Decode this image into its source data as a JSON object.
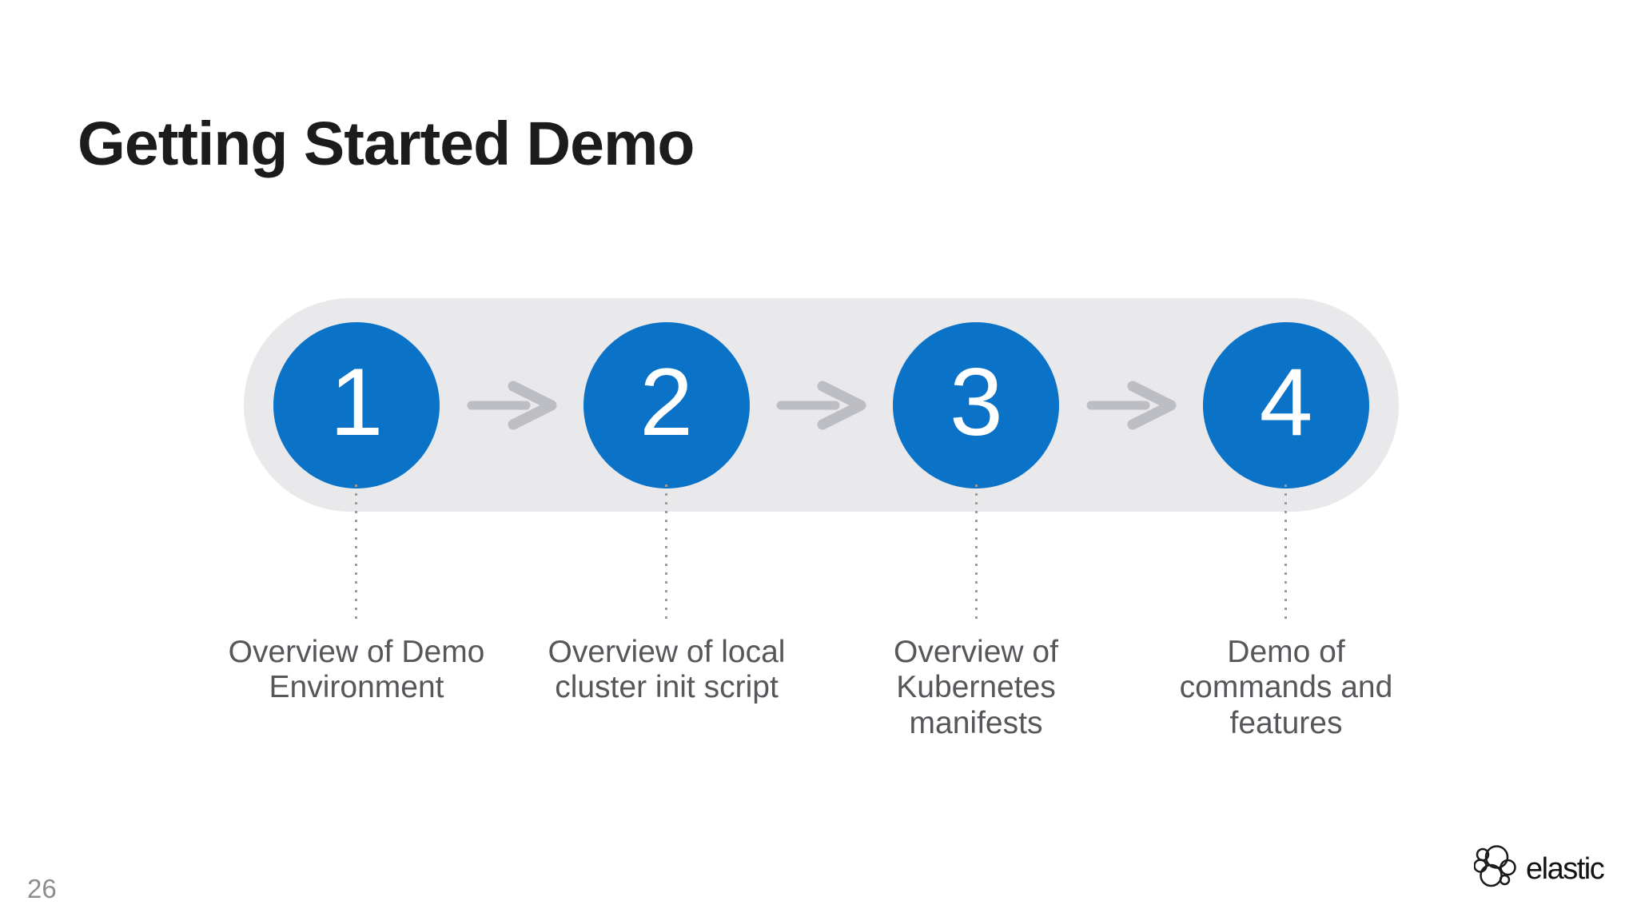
{
  "slide": {
    "title": "Getting Started Demo",
    "page_number": "26",
    "brand": {
      "wordmark": "elastic",
      "logo_icon": "elastic-cluster-icon"
    }
  },
  "process": {
    "type": "horizontal-step-flow",
    "arrow_icon": "right-arrow-icon",
    "steps": [
      {
        "number": "1",
        "label_lines": [
          "Overview of Demo",
          "Environment"
        ]
      },
      {
        "number": "2",
        "label_lines": [
          "Overview of local",
          "cluster init script"
        ]
      },
      {
        "number": "3",
        "label_lines": [
          "Overview of",
          "Kubernetes",
          "manifests"
        ]
      },
      {
        "number": "4",
        "label_lines": [
          "Demo of",
          "commands and",
          "features"
        ]
      }
    ]
  },
  "colors": {
    "step_circle_blue": "#0b73c7",
    "track_background": "#e9e9ec",
    "arrow_gray": "#bcbec3",
    "dotted_line_gray": "#9b9b9b",
    "label_text": "#55575a",
    "title_text": "#1c1c1c",
    "page_number_text": "#8b8e91",
    "page_background": "#ffffff"
  }
}
